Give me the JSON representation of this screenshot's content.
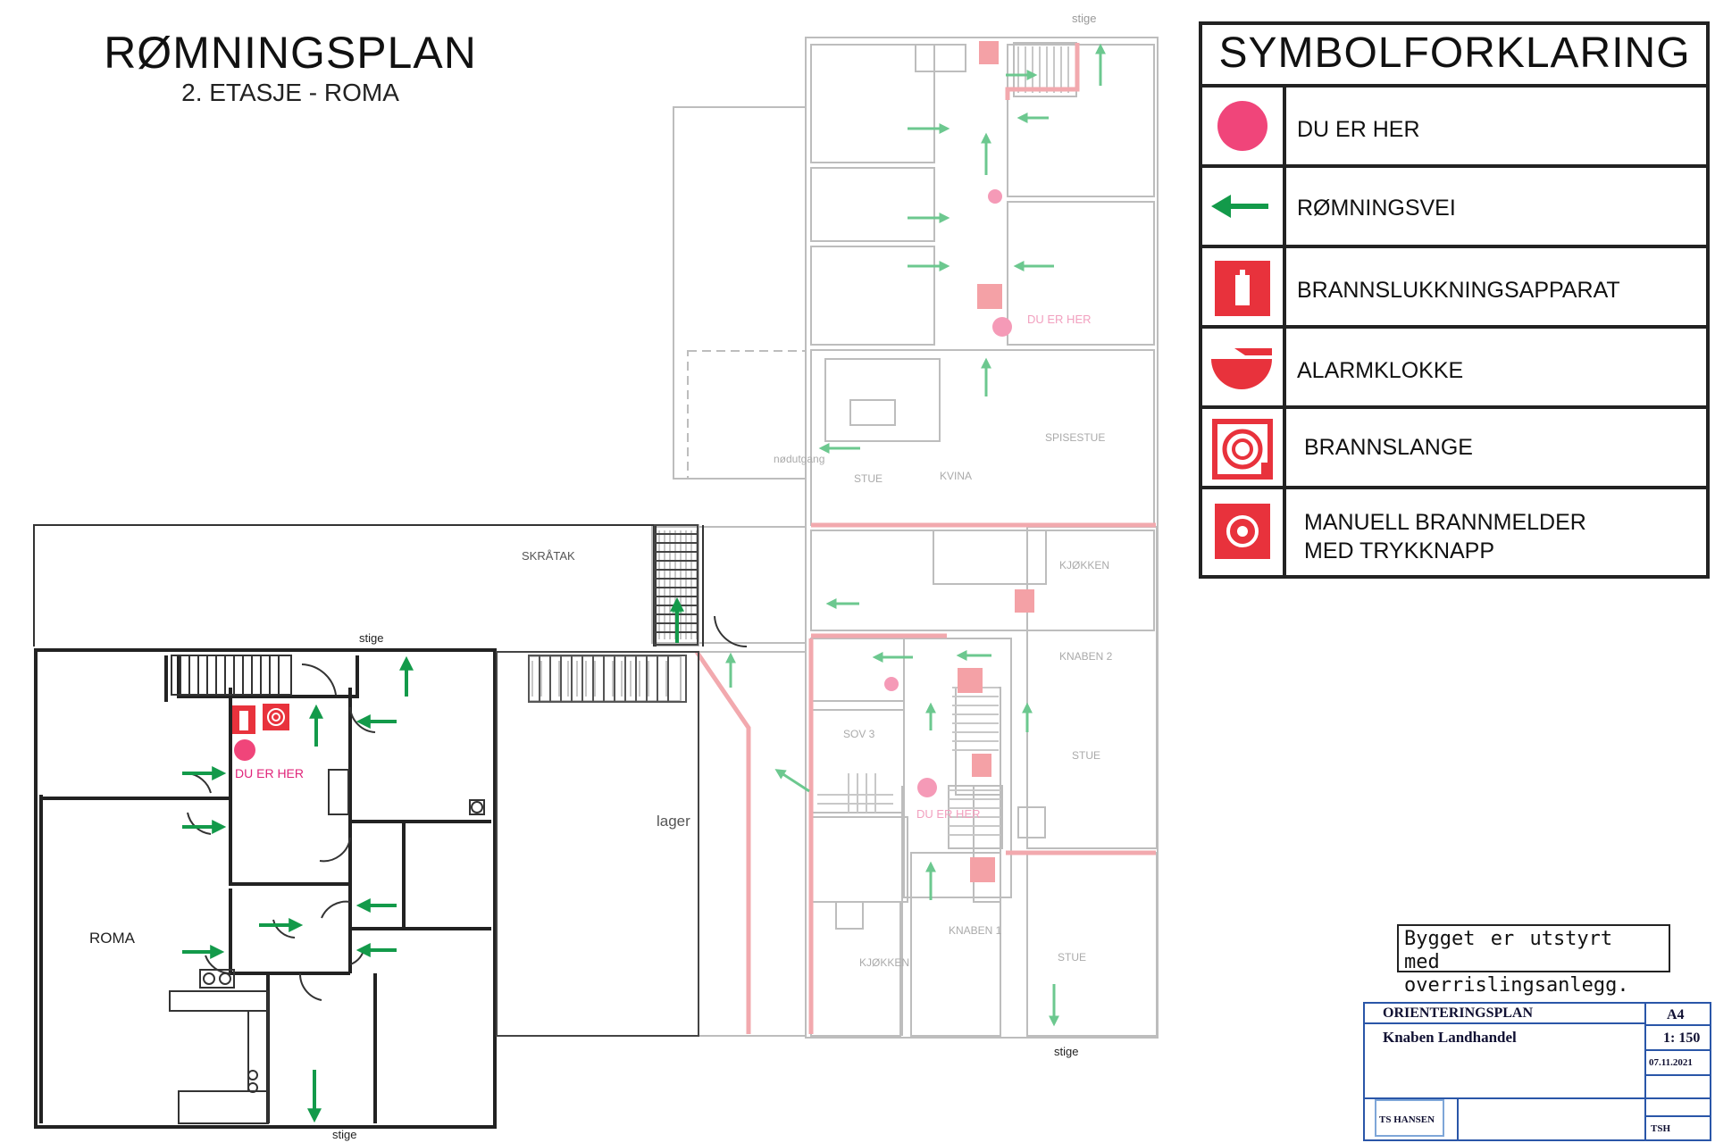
{
  "header": {
    "title": "RØMNINGSPLAN",
    "subtitle": "2. ETASJE - ROMA"
  },
  "legend": {
    "title": "SYMBOLFORKLARING",
    "items": [
      {
        "icon": "you-are-here-dot-icon",
        "label": "DU ER HER"
      },
      {
        "icon": "escape-route-arrow-icon",
        "label": "RØMNINGSVEI"
      },
      {
        "icon": "fire-extinguisher-icon",
        "label": "BRANNSLUKKNINGSAPPARAT"
      },
      {
        "icon": "alarm-bell-icon",
        "label": "ALARMKLOKKE"
      },
      {
        "icon": "fire-hose-icon",
        "label": "BRANNSLANGE"
      },
      {
        "icon": "manual-call-point-icon",
        "label": "MANUELL BRANNMELDER",
        "label2": "MED TRYKKNAPP"
      }
    ]
  },
  "plan": {
    "labels": {
      "stige_top": "stige",
      "stige_left": "stige",
      "stige_right_bottom": "stige",
      "stige_bottom": "stige",
      "skratak": "SKRÅTAK",
      "lager": "lager",
      "roma": "ROMA",
      "du_er_her_1": "DU  ER  HER",
      "du_er_her_2": "DU  ER  HER",
      "du_er_her_3": "DU  ER  HER",
      "nodutgang": "nødutgang",
      "stue_1": "STUE",
      "kvina": "KVINA",
      "spisestue": "SPISESTUE",
      "kjokken_1": "KJØKKEN",
      "knaben_2": "KNABEN  2",
      "sov_3": "SOV  3",
      "stue_2": "STUE",
      "knaben_1": "KNABEN  1",
      "kjokken_2": "KJØKKEN",
      "stue_3": "STUE"
    }
  },
  "note": {
    "line1": "Bygget er utstyrt med",
    "line2": "overrislingsanlegg."
  },
  "titleblock": {
    "heading": "ORIENTERINGSPLAN",
    "project": "Knaben Landhandel",
    "format": "A4",
    "scale": "1: 150",
    "date": "07.11.2021",
    "company": "TS HANSEN",
    "initials": "TSH"
  },
  "colors": {
    "red": "#e8323c",
    "pink": "#f0457a",
    "green": "#139a4a",
    "wall": "#2b2b2b",
    "faded": "#c9c9c9"
  }
}
